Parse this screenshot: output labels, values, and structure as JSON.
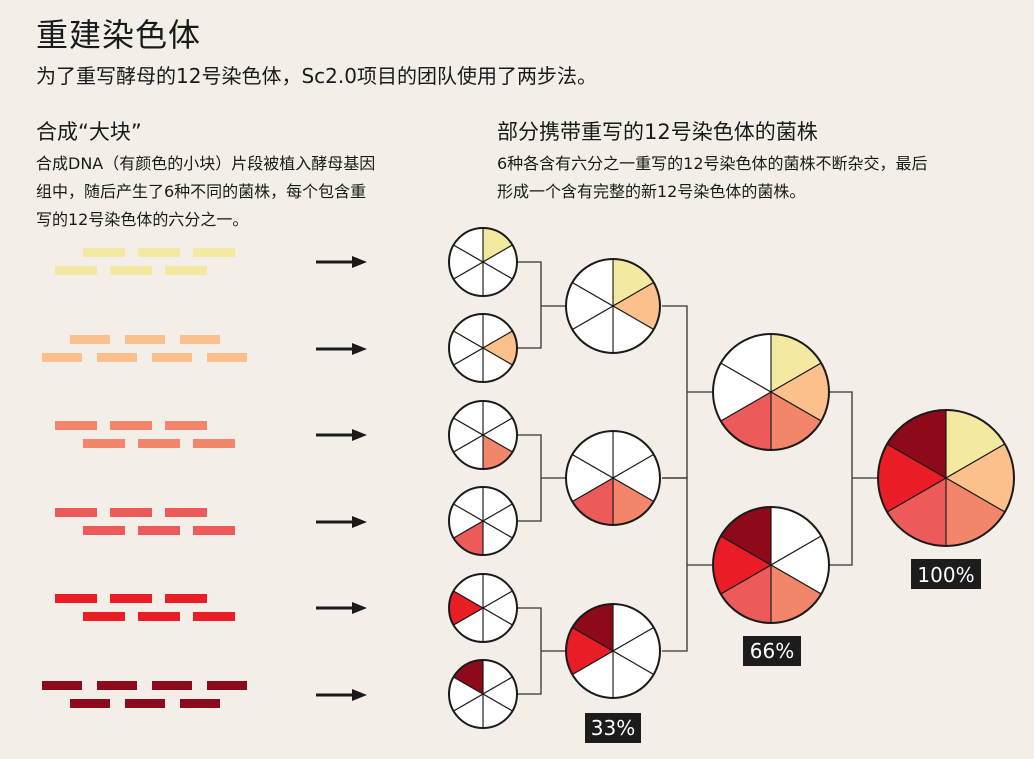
{
  "header": {
    "title": "重建染色体",
    "subtitle": "为了重写酵母的12号染色体，Sc2.0项目的团队使用了两步法。"
  },
  "left_section": {
    "title": "合成“大块”",
    "description_lines": [
      "合成DNA（有颜色的小块）片段被植入酵母基因",
      "组中，随后产生了6种不同的菌株，每个包含重",
      "写的12号染色体的六分之一。"
    ]
  },
  "right_section": {
    "title": "部分携带重写的12号染色体的菌株",
    "description_lines": [
      "6种各含有六分之一重写的12号染色体的菌株不断杂交，最后",
      "形成一个含有完整的新12号染色体的菌株。"
    ]
  },
  "segment_colors": [
    "#f3e9a0",
    "#fbc08b",
    "#f3866a",
    "#ec5a5a",
    "#ea1d27",
    "#8c0a1a"
  ],
  "percent_labels": [
    "33%",
    "66%",
    "100%"
  ]
}
